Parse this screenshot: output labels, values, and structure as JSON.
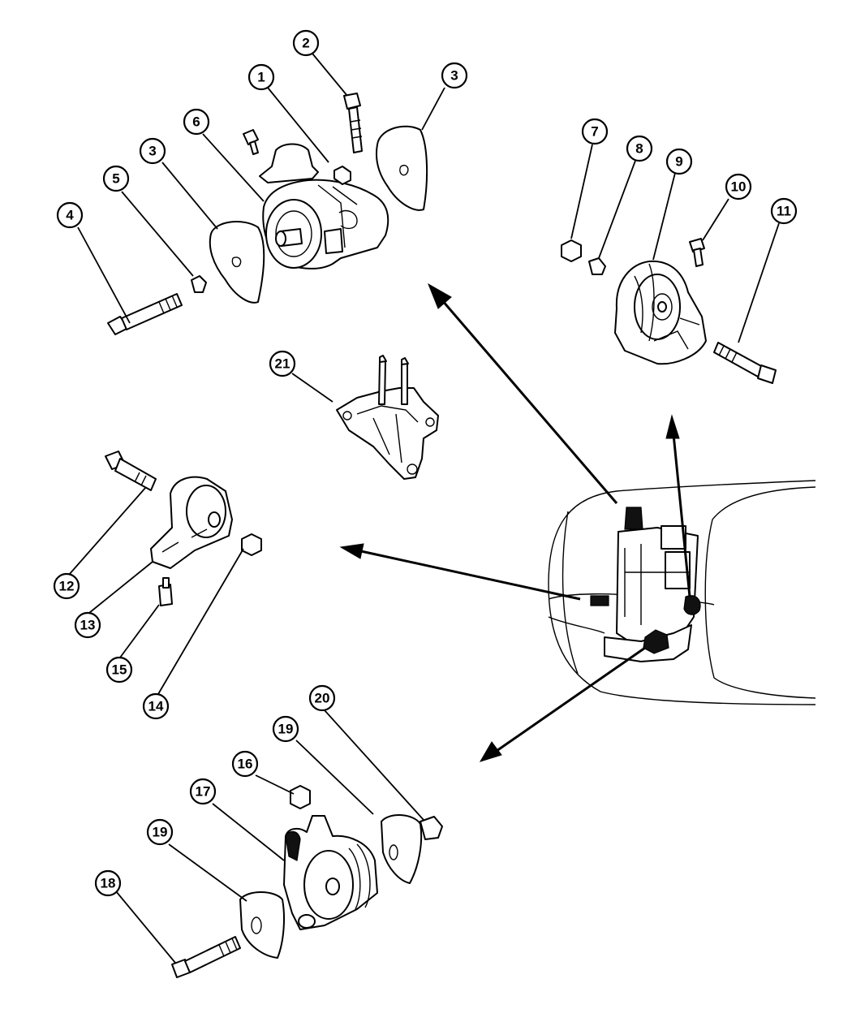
{
  "callouts": [
    "1",
    "2",
    "3",
    "3",
    "4",
    "5",
    "6",
    "7",
    "8",
    "9",
    "10",
    "11",
    "12",
    "13",
    "14",
    "15",
    "16",
    "17",
    "18",
    "19",
    "19",
    "20",
    "21"
  ]
}
